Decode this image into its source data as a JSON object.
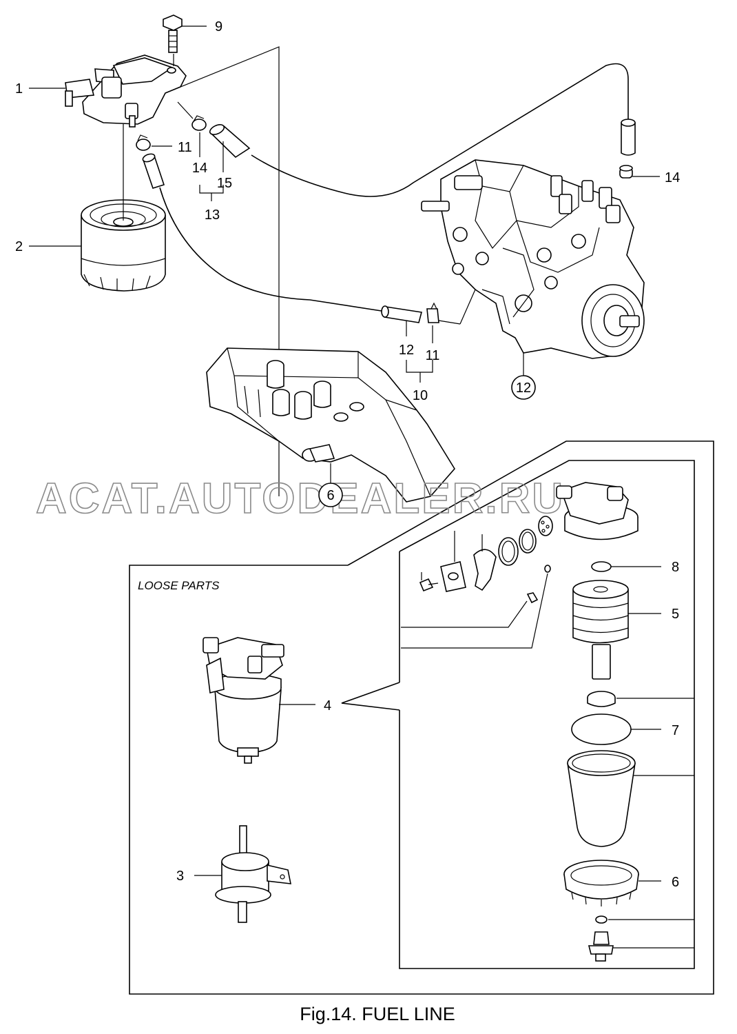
{
  "callouts": {
    "c1": "1",
    "c2": "2",
    "c3": "3",
    "c4": "4",
    "c5": "5",
    "c6a": "6",
    "c6b": "6",
    "c7": "7",
    "c8": "8",
    "c9": "9",
    "c10": "10",
    "c11a": "11",
    "c11b": "11",
    "c12a": "12",
    "c12b": "12",
    "c13": "13",
    "c14a": "14",
    "c14b": "14",
    "c15": "15"
  },
  "loose_parts_label": "LOOSE PARTS",
  "watermark": "ACAT.AUTODEALER.RU",
  "caption": "Fig.14.  FUEL LINE"
}
